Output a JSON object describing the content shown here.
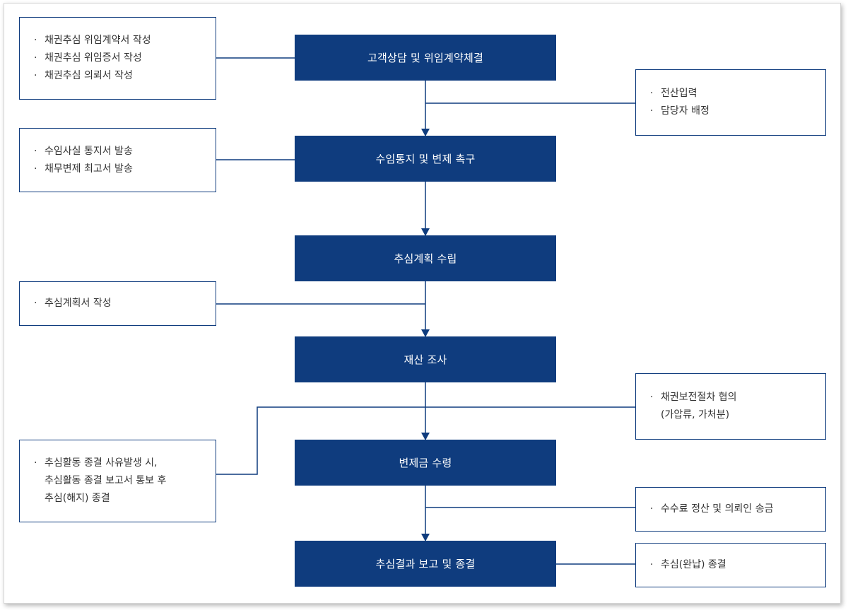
{
  "steps": [
    "고객상담 및 위임계약체결",
    "수임통지 및 변제 촉구",
    "추심계획 수립",
    "재산 조사",
    "변제금 수령",
    "추심결과 보고 및 종결"
  ],
  "notes": {
    "contract_docs": [
      "채권추심 위임계약서 작성",
      "채권추심 위임증서 작성",
      "채권추심 의뢰서 작성"
    ],
    "registration": [
      "전산입력",
      "담당자 배정"
    ],
    "notice": [
      "수임사실 통지서 발송",
      "채무변제 최고서 발송"
    ],
    "plan_doc": [
      "추심계획서 작성"
    ],
    "preservation": [
      "채권보전절차 협의\n(가압류, 가처분)"
    ],
    "termination": [
      "추심활동 종결 사유발생 시,\n추심활동 종결 보고서 통보 후\n추심(해지) 종결"
    ],
    "settlement": [
      "수수료 정산 및 의뢰인 송금"
    ],
    "completion": [
      "추심(완납) 종결"
    ]
  },
  "bullet": "·",
  "colors": {
    "step_fill": "#0f3c7e",
    "line": "#0f3c7e",
    "note_border": "#0f3c7e",
    "note_text": "#333333"
  }
}
